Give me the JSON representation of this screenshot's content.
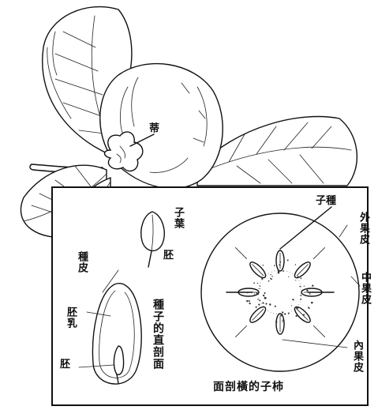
{
  "labels": {
    "calyx": "蒂",
    "seed_leaf": "子葉",
    "embryo_top": "胚",
    "seed_coat": "種皮",
    "endosperm": "胚乳",
    "embryo_bottom": "胚",
    "seed_section_caption": "種子的直剖面",
    "seed": "子種",
    "exocarp": "外果皮",
    "mesocarp": "中果皮",
    "endocarp": "內果皮",
    "fruit_section_caption": "面剖橫的子柿"
  }
}
